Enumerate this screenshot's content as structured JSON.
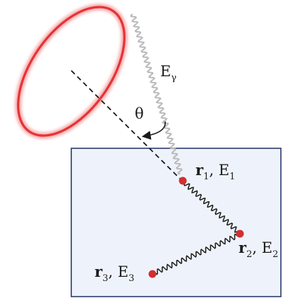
{
  "diagram": {
    "photon_label": {
      "main": "E",
      "sub": "γ"
    },
    "angle_label": "θ",
    "interactions": [
      {
        "vector": "r",
        "index": "1",
        "sep": ", ",
        "energy": "E",
        "energy_index": "1"
      },
      {
        "vector": "r",
        "index": "2",
        "sep": ", ",
        "energy": "E",
        "energy_index": "2"
      },
      {
        "vector": "r",
        "index": "3",
        "sep": ", ",
        "energy": "E",
        "energy_index": "3"
      }
    ],
    "colors": {
      "detector_fill": "#eef3fb",
      "detector_stroke": "#2b3a6b",
      "cone_ring": "#e53335",
      "cone_glow": "#f6a9aa",
      "photon_wave": "#b9b9b9",
      "scatter_wave": "#1a1a1a",
      "interaction_point": "#d32f2f",
      "axis_line": "#1a1a1a"
    }
  }
}
